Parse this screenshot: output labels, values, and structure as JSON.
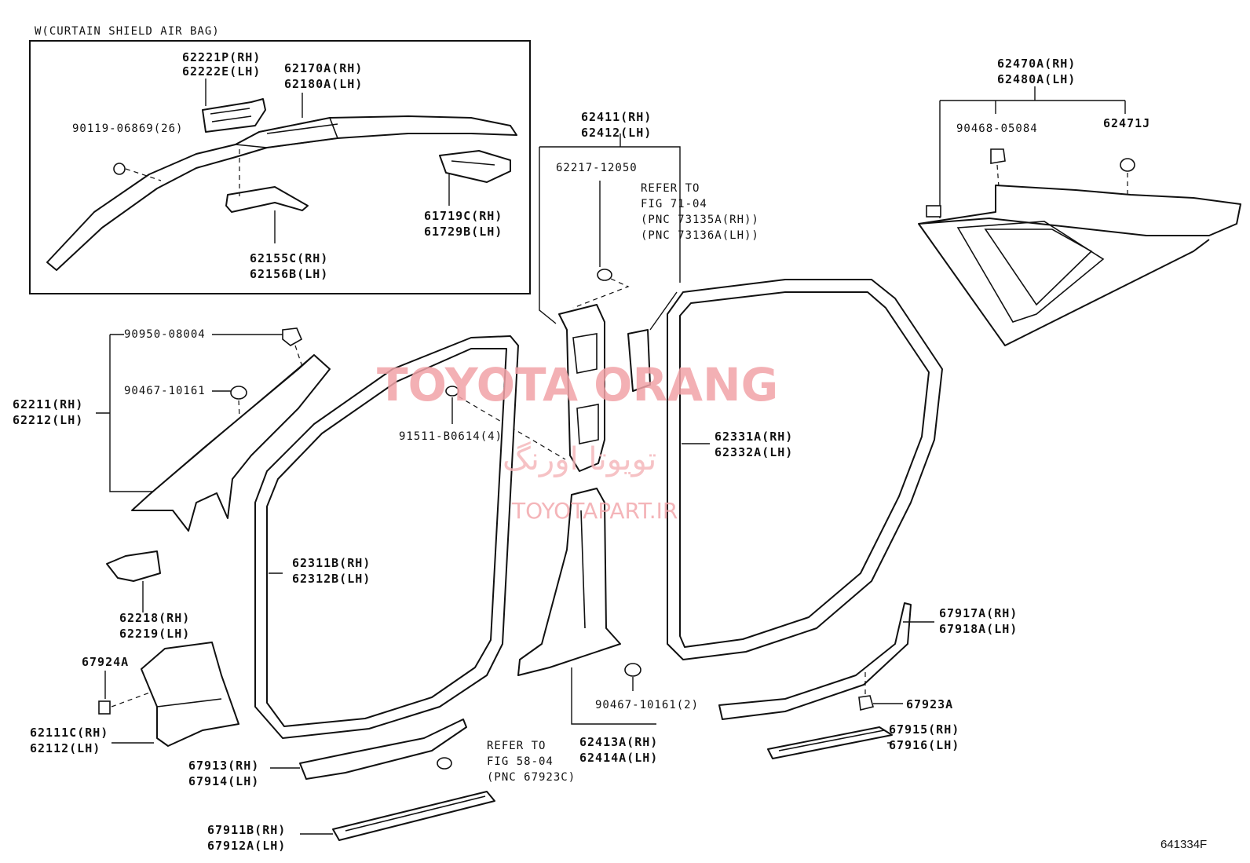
{
  "inset_title": "W(CURTAIN SHIELD AIR BAG)",
  "watermark": {
    "brand": "TOYOTA ORANG",
    "persian": "تویوتا اورنگ",
    "site": "TOYOTAPART.IR"
  },
  "diagram_code": "641334F",
  "labels": {
    "p62221": [
      "62221P(RH)",
      "62222E(LH)"
    ],
    "p62170": [
      "62170A(RH)",
      "62180A(LH)"
    ],
    "p90119": "90119-06869(26)",
    "p61719": [
      "61719C(RH)",
      "61729B(LH)"
    ],
    "p62155": [
      "62155C(RH)",
      "62156B(LH)"
    ],
    "p62411": [
      "62411(RH)",
      "62412(LH)"
    ],
    "p62217": "62217-12050",
    "ref_fig71": [
      "REFER TO",
      "FIG 71-04",
      "(PNC 73135A(RH))",
      "(PNC 73136A(LH))"
    ],
    "p62470": [
      "62470A(RH)",
      "62480A(LH)"
    ],
    "p90468": "90468-05084",
    "p62471": "62471J",
    "p90950": "90950-08004",
    "p90467a": "90467-10161",
    "p62211": [
      "62211(RH)",
      "62212(LH)"
    ],
    "p91511": "91511-B0614(4)",
    "p62331": [
      "62331A(RH)",
      "62332A(LH)"
    ],
    "p62311": [
      "62311B(RH)",
      "62312B(LH)"
    ],
    "p62218": [
      "62218(RH)",
      "62219(LH)"
    ],
    "p67924": "67924A",
    "p62111": [
      "62111C(RH)",
      "62112(LH)"
    ],
    "p67917": [
      "67917A(RH)",
      "67918A(LH)"
    ],
    "p90467b": "90467-10161(2)",
    "p67923": "67923A",
    "p62413": [
      "62413A(RH)",
      "62414A(LH)"
    ],
    "p67915": [
      "67915(RH)",
      "67916(LH)"
    ],
    "ref_fig58": [
      "REFER TO",
      "FIG 58-04",
      "(PNC 67923C)"
    ],
    "p67913": [
      "67913(RH)",
      "67914(LH)"
    ],
    "p67911": [
      "67911B(RH)",
      "67912A(LH)"
    ]
  }
}
